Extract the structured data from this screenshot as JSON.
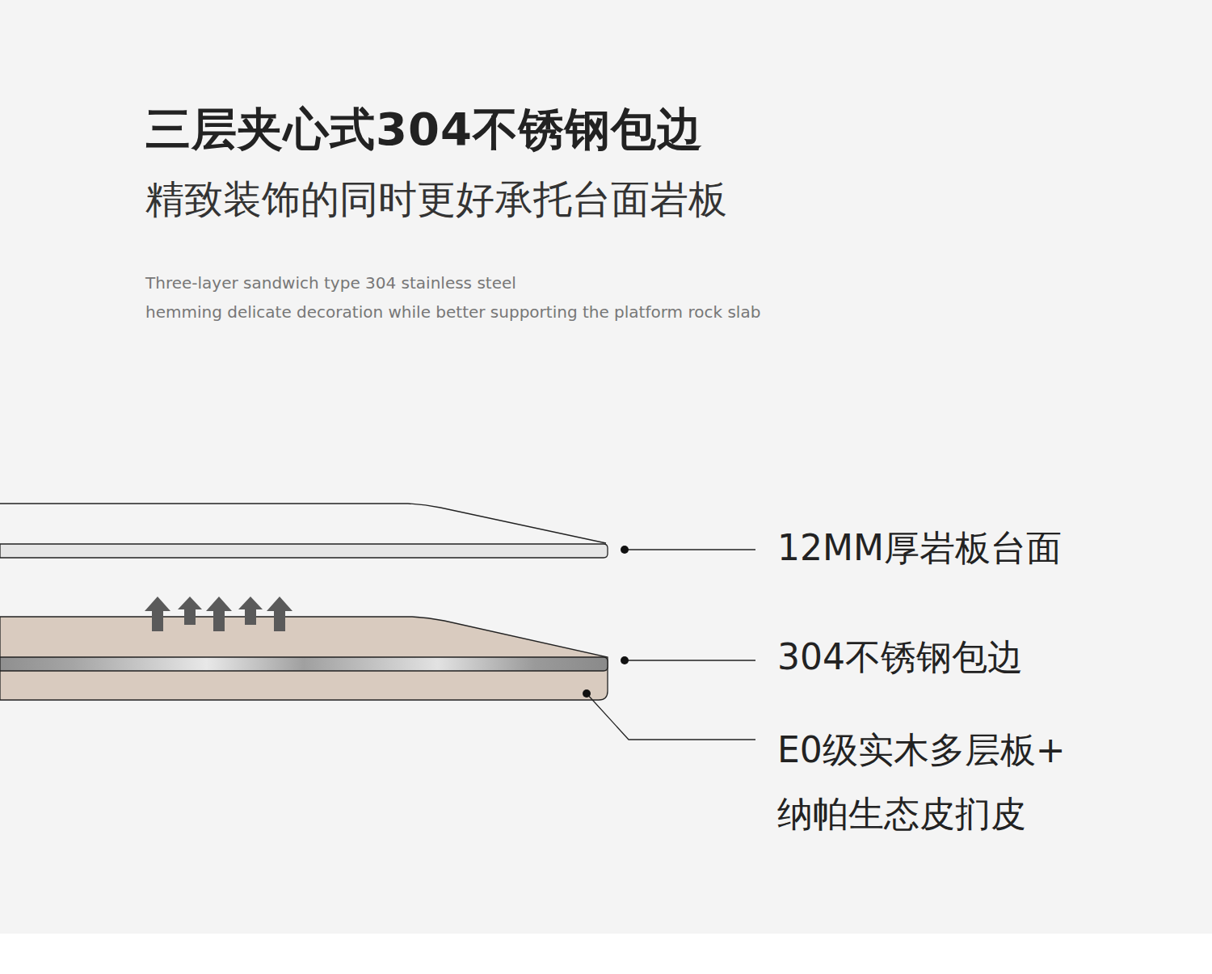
{
  "diagram": {
    "title": "三层夹心式304不锈钢包边",
    "labels": [
      "精致装饰的同时更好承托台面岩板",
      "Three-layer sandwich type 304 stainless steel",
      "hemming delicate decoration while better supporting the platform rock slab",
      "12MM厚岩板台面",
      "304不锈钢包边",
      "E0级实木多层板+ 纳帕生态皮扪皮"
    ]
  }
}
